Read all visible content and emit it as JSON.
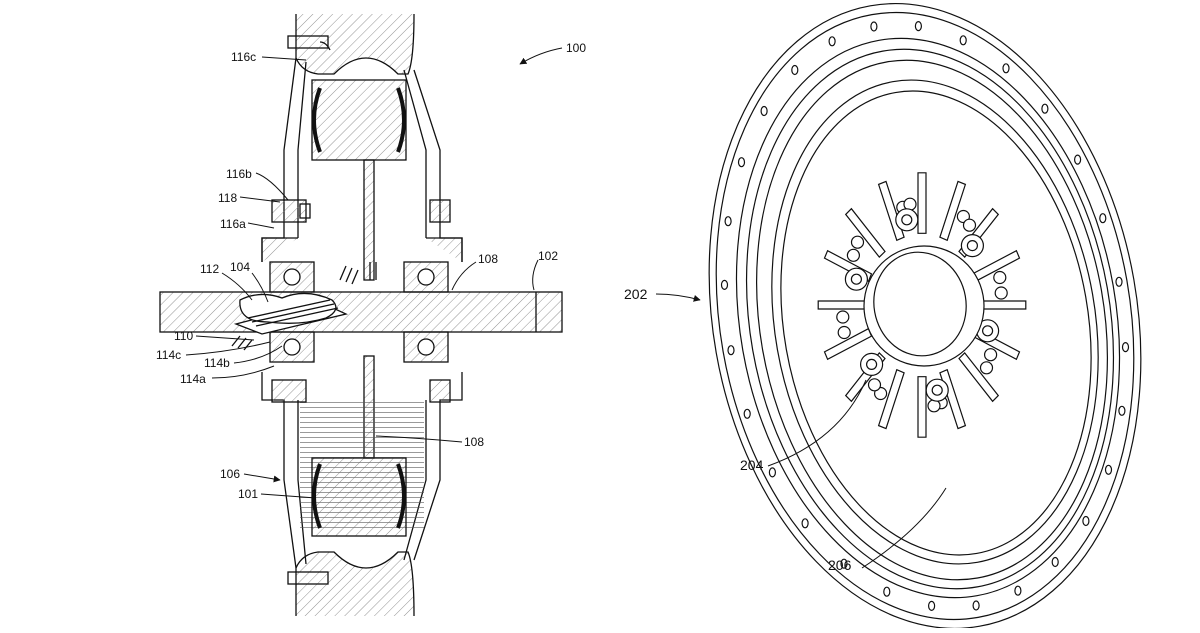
{
  "figure": {
    "left_labels": {
      "n100": "100",
      "n116c": "116c",
      "n116b": "116b",
      "n118": "118",
      "n116a": "116a",
      "n112": "112",
      "n104": "104",
      "n108_top": "108",
      "n102": "102",
      "n110": "110",
      "n114c": "114c",
      "n114b": "114b",
      "n114a": "114a",
      "n108_mid": "108",
      "n106": "106",
      "n101": "101"
    },
    "right_labels": {
      "n202": "202",
      "n204": "204",
      "n206": "206"
    }
  },
  "colors": {
    "line": "#111111",
    "hatch": "#777777",
    "background": "#ffffff"
  }
}
